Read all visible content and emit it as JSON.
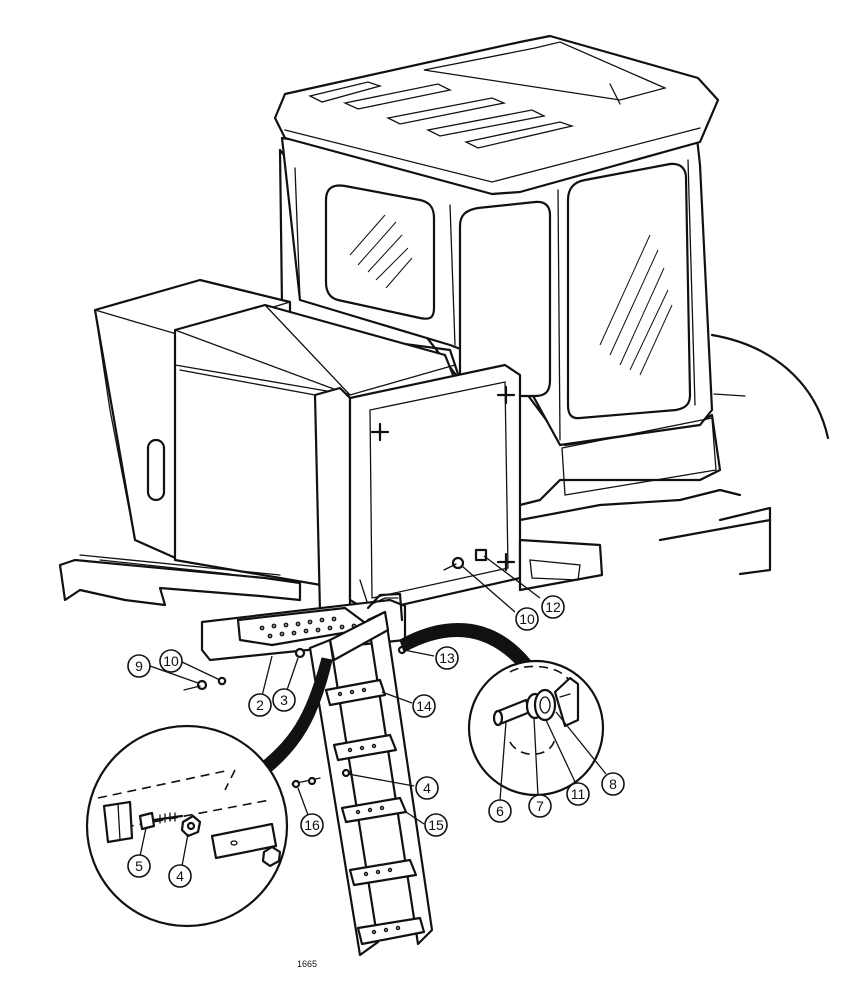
{
  "figure_number": "1665",
  "callouts": [
    {
      "id": "c1",
      "label": "10"
    },
    {
      "id": "c2",
      "label": "12"
    },
    {
      "id": "c3",
      "label": "13"
    },
    {
      "id": "c4",
      "label": "9"
    },
    {
      "id": "c5",
      "label": "10"
    },
    {
      "id": "c6",
      "label": "2"
    },
    {
      "id": "c7",
      "label": "3"
    },
    {
      "id": "c8",
      "label": "14"
    },
    {
      "id": "c9",
      "label": "4"
    },
    {
      "id": "c10",
      "label": "16"
    },
    {
      "id": "c11",
      "label": "15"
    },
    {
      "id": "c12",
      "label": "5"
    },
    {
      "id": "c13",
      "label": "4"
    },
    {
      "id": "c14",
      "label": "6"
    },
    {
      "id": "c15",
      "label": "7"
    },
    {
      "id": "c16",
      "label": "11"
    },
    {
      "id": "c17",
      "label": "8"
    }
  ]
}
